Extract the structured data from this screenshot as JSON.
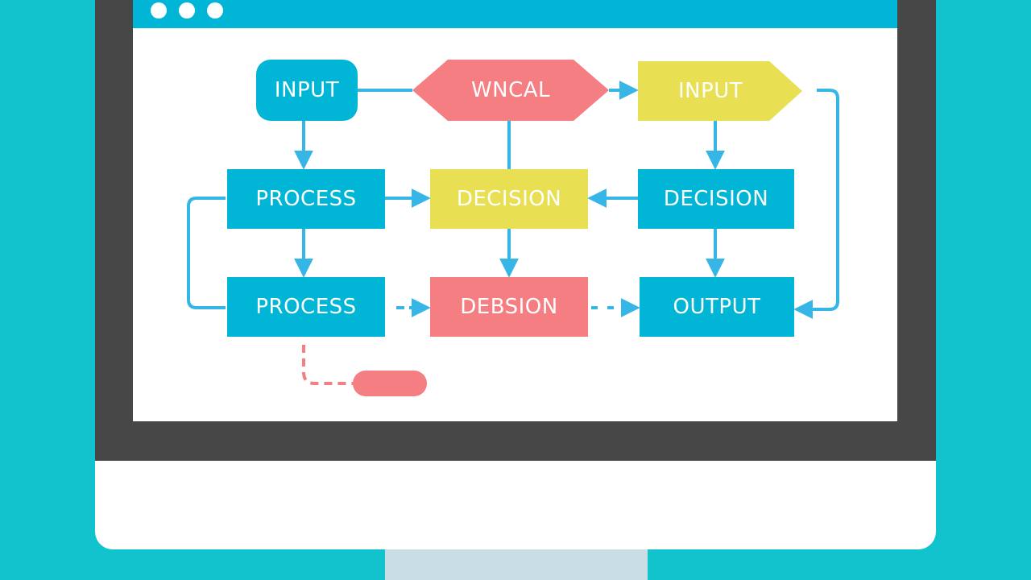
{
  "window": {
    "controls": [
      "window-dot",
      "window-dot",
      "window-dot"
    ]
  },
  "diagram": {
    "row1": {
      "input_left": "INPUT",
      "hexagon": "WNCAL",
      "input_right": "INPUT"
    },
    "row2": {
      "process": "PROCESS",
      "decision_center": "DECISION",
      "decision_right": "DECISION"
    },
    "row3": {
      "process": "PROCESS",
      "decision_pink": "DEBSION",
      "output": "OUTPUT"
    }
  },
  "colors": {
    "background": "#12c2cc",
    "blue": "#00b5d6",
    "yellow": "#e8e052",
    "pink": "#f47e82",
    "arrow": "#36b6e6",
    "bezel": "#474747"
  }
}
